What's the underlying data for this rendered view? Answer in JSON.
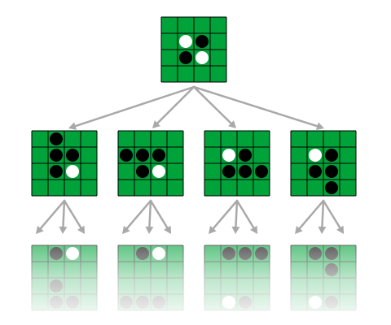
{
  "colors": {
    "board": "#00a23a",
    "grid_line": "#000000",
    "black_disc": "#000000",
    "white_disc": "#ffffff",
    "arrow": "#a9a9a9",
    "background": "#ffffff"
  },
  "diagram": {
    "type": "othello-game-tree",
    "grid_size": 4,
    "root": {
      "discs": [
        {
          "row": 1,
          "col": 1,
          "color": "white"
        },
        {
          "row": 1,
          "col": 2,
          "color": "black"
        },
        {
          "row": 2,
          "col": 1,
          "color": "black"
        },
        {
          "row": 2,
          "col": 2,
          "color": "white"
        }
      ]
    },
    "children": [
      {
        "discs": [
          {
            "row": 0,
            "col": 1,
            "color": "black"
          },
          {
            "row": 1,
            "col": 1,
            "color": "black"
          },
          {
            "row": 1,
            "col": 2,
            "color": "black"
          },
          {
            "row": 2,
            "col": 1,
            "color": "black"
          },
          {
            "row": 2,
            "col": 2,
            "color": "white"
          }
        ],
        "next_moves": 3
      },
      {
        "discs": [
          {
            "row": 1,
            "col": 0,
            "color": "black"
          },
          {
            "row": 1,
            "col": 1,
            "color": "black"
          },
          {
            "row": 1,
            "col": 2,
            "color": "black"
          },
          {
            "row": 2,
            "col": 1,
            "color": "black"
          },
          {
            "row": 2,
            "col": 2,
            "color": "white"
          }
        ],
        "next_moves": 3
      },
      {
        "discs": [
          {
            "row": 1,
            "col": 1,
            "color": "white"
          },
          {
            "row": 1,
            "col": 2,
            "color": "black"
          },
          {
            "row": 2,
            "col": 1,
            "color": "black"
          },
          {
            "row": 2,
            "col": 2,
            "color": "black"
          },
          {
            "row": 2,
            "col": 3,
            "color": "black"
          }
        ],
        "next_moves": 3
      },
      {
        "discs": [
          {
            "row": 1,
            "col": 1,
            "color": "white"
          },
          {
            "row": 1,
            "col": 2,
            "color": "black"
          },
          {
            "row": 2,
            "col": 1,
            "color": "black"
          },
          {
            "row": 2,
            "col": 2,
            "color": "black"
          },
          {
            "row": 3,
            "col": 2,
            "color": "black"
          }
        ],
        "next_moves": 3
      }
    ]
  }
}
